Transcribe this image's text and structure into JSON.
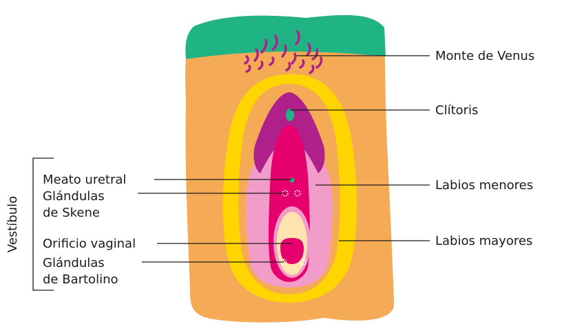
{
  "labels_right": {
    "monte": "Monte de Venus",
    "clitoris": "Clítoris",
    "menores": "Labios menores",
    "mayores": "Labios mayores"
  },
  "labels_left": {
    "meato": "Meato uretral",
    "skene_1": "Glándulas",
    "skene_2": "de Skene",
    "orificio": "Orificio vaginal",
    "bartolino_1": "Glándulas",
    "bartolino_2": "de Bartolino"
  },
  "group_label": "Vestíbulo",
  "colors": {
    "skin": "#F5AA55",
    "pubic_area": "#20B485",
    "hair": "#B0208B",
    "labia_majora": "#FFD500",
    "inner_purple": "#B0208B",
    "labia_minora": "#F29DC9",
    "vestibule": "#E6006E",
    "vaginal_orifice_ring": "#FFE4B0",
    "vaginal_orifice": "#E6006E",
    "clitoris": "#20B485"
  }
}
